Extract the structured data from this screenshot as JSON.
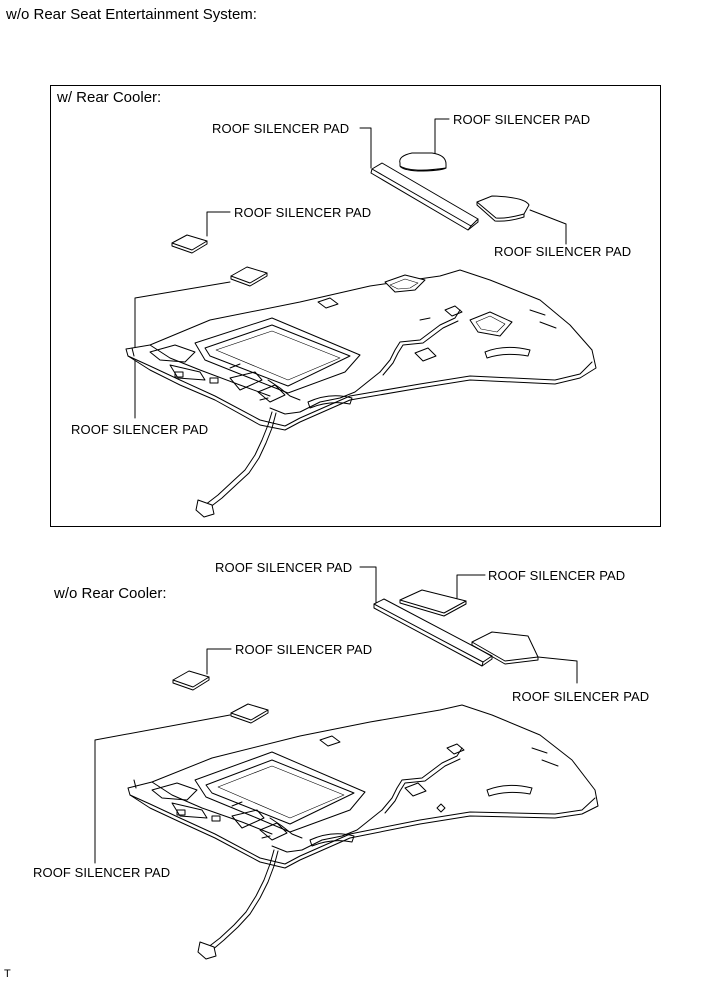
{
  "header": {
    "title": "w/o Rear Seat Entertainment System:"
  },
  "sections": [
    {
      "title": "w/ Rear Cooler:",
      "labels": [
        "ROOF SILENCER PAD",
        "ROOF SILENCER PAD",
        "ROOF SILENCER PAD",
        "ROOF SILENCER PAD",
        "ROOF SILENCER PAD"
      ]
    },
    {
      "title": "w/o Rear Cooler:",
      "labels": [
        "ROOF SILENCER PAD",
        "ROOF SILENCER PAD",
        "ROOF SILENCER PAD",
        "ROOF SILENCER PAD",
        "ROOF SILENCER PAD"
      ]
    }
  ],
  "footer": {
    "code": "T"
  }
}
